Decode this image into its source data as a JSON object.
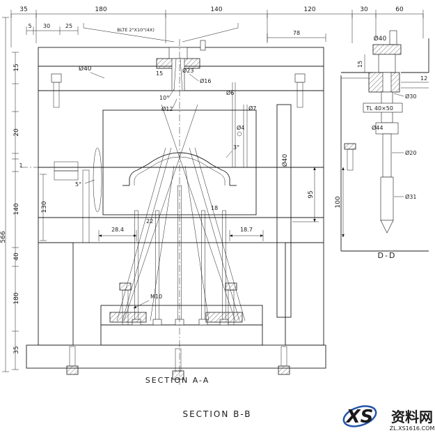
{
  "dims": {
    "top": {
      "d35": "35",
      "d180": "180",
      "d140": "140",
      "d120": "120",
      "d30": "30",
      "d60": "60"
    },
    "row2": {
      "d5": "5",
      "d30": "30",
      "d25": "25",
      "note": "BLTE 2\"X10\"(4X)",
      "d78": "78"
    },
    "left": {
      "d566": "566",
      "d15": "15",
      "d20": "20",
      "d1": "1",
      "d140": "140",
      "d130": "130",
      "d40": "40",
      "d180": "180",
      "d35": "35"
    }
  },
  "main": {
    "dia40_tl": "Ø40",
    "d15": "15",
    "dia23": "Ø23",
    "dia16": "Ø16",
    "ang10": "10°",
    "dia12": "Ø12",
    "dia6": "Ø6",
    "dia7": "Ø7",
    "dia4": "Ø4",
    "ang3": "3°",
    "dia40_r": "Ø40",
    "d95": "95",
    "ang5": "5°",
    "d22": "22",
    "d284": "28.4",
    "d187": "18.7",
    "d18": "18",
    "m10": "M10"
  },
  "dd": {
    "dia40": "Ø40",
    "d15": "15",
    "d12": "12",
    "dia30": "Ø30",
    "tl": "TL 40×50",
    "dia44": "Ø44",
    "dia20": "Ø20",
    "dia31": "Ø31",
    "d100": "100",
    "title": "D-D"
  },
  "titles": {
    "section_aa": "SECTION A-A",
    "section_bb": "SECTION B-B"
  },
  "watermark": {
    "logo": "XS",
    "name": "资料网",
    "site": "ZL.XS1616.COM"
  },
  "colors": {
    "line": "#1a1a1a",
    "red": "#e60012",
    "blue": "#2255aa",
    "gray": "#7a93b5"
  }
}
